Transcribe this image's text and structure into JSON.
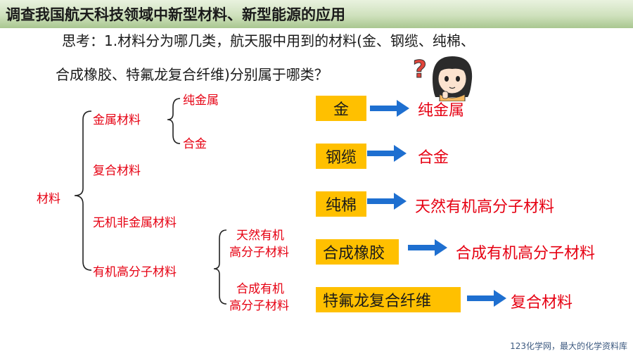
{
  "title": "调查我国航天科技领域中新型材料、新型能源的应用",
  "question": {
    "line1": "思考：1.材料分为哪几类，航天服中用到的材料(金、钢缆、纯棉、",
    "line2": "合成橡胶、特氟龙复合纤维)分别属于哪类？"
  },
  "tree": {
    "root": "材料",
    "level1": [
      "金属材料",
      "复合材料",
      "无机非金属材料",
      "有机高分子材料"
    ],
    "metal_sub": [
      "纯金属",
      "合金"
    ],
    "organic_sub": [
      {
        "line1": "天然有机",
        "line2": "高分子材料"
      },
      {
        "line1": "合成有机",
        "line2": "高分子材料"
      }
    ]
  },
  "mappings": [
    {
      "material": "金",
      "category": "纯金属"
    },
    {
      "material": "钢缆",
      "category": "合金"
    },
    {
      "material": "纯棉",
      "category": "天然有机高分子材料"
    },
    {
      "material": "合成橡胶",
      "category": "合成有机高分子材料"
    },
    {
      "material": "特氟龙复合纤维",
      "category": "复合材料"
    }
  ],
  "footer": "123化学网，最大的化学资料库",
  "colors": {
    "accent_red": "#e60012",
    "box_yellow": "#ffc000",
    "arrow_blue": "#1e6fd0",
    "title_green": "#b7d39e"
  }
}
